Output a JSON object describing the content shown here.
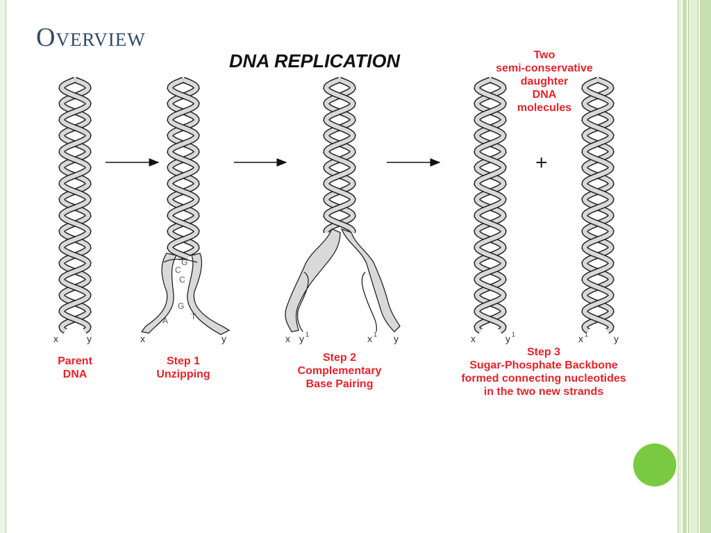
{
  "slide": {
    "title": "Overview"
  },
  "diagram": {
    "heading": "DNA REPLICATION",
    "daughter_note": [
      "Two",
      "semi-conservative",
      "daughter",
      "DNA",
      "molecules"
    ],
    "plus": "+",
    "stages": [
      {
        "caption": [
          "Parent",
          "DNA"
        ]
      },
      {
        "caption": [
          "Step 1",
          "Unzipping"
        ]
      },
      {
        "caption": [
          "Step 2",
          "Complementary",
          "Base Pairing"
        ]
      },
      {
        "caption": [
          "Step 3",
          "Sugar-Phosphate Backbone",
          "formed connecting nucleotides",
          "in the two new strands"
        ]
      }
    ],
    "strand_labels": {
      "x": "x",
      "y": "y",
      "y1": "y",
      "x1": "x",
      "superscript": "1"
    },
    "bases": [
      "G",
      "C",
      "C",
      "G",
      "A",
      "T"
    ]
  }
}
